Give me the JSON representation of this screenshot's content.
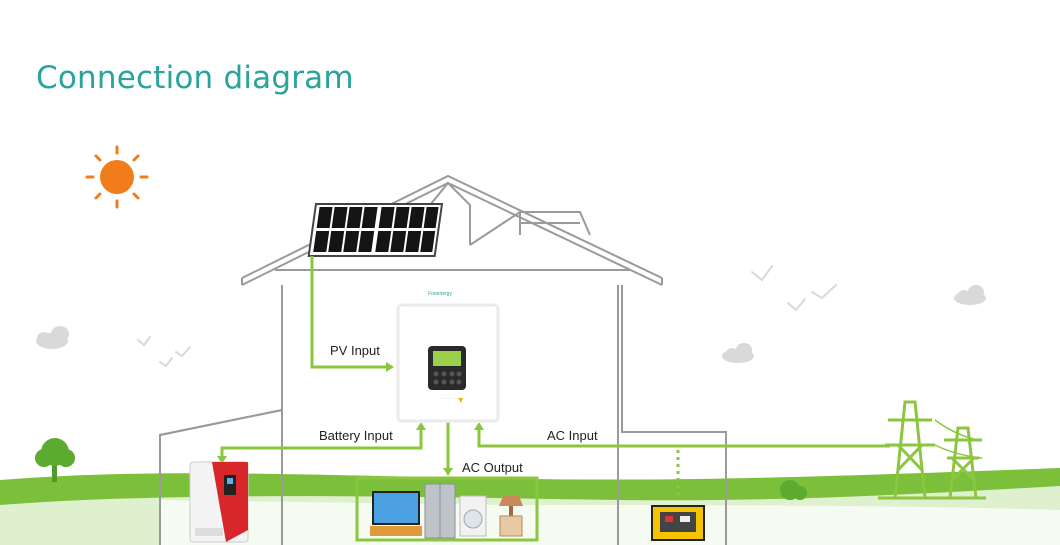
{
  "title": "Connection diagram",
  "labels": {
    "pv_input": "PV Input",
    "battery_input": "Battery Input",
    "ac_input": "AC Input",
    "ac_output": "AC Output"
  },
  "inverter": {
    "brand": "Fooenergy"
  },
  "colors": {
    "title": "#2aa39b",
    "wire": "#8cc63f",
    "house_line": "#9a9a9a",
    "grass": "#7cbf3b",
    "sun": "#f07d1a",
    "moon": "#f6e9b6"
  },
  "icons": [
    "sun-icon",
    "moon-icon",
    "cloud-icon",
    "bird-icon",
    "tree-icon",
    "solar-panel-icon",
    "inverter-icon",
    "battery-icon",
    "tv-icon",
    "fridge-icon",
    "washing-machine-icon",
    "lamp-icon",
    "generator-icon",
    "power-tower-icon"
  ]
}
